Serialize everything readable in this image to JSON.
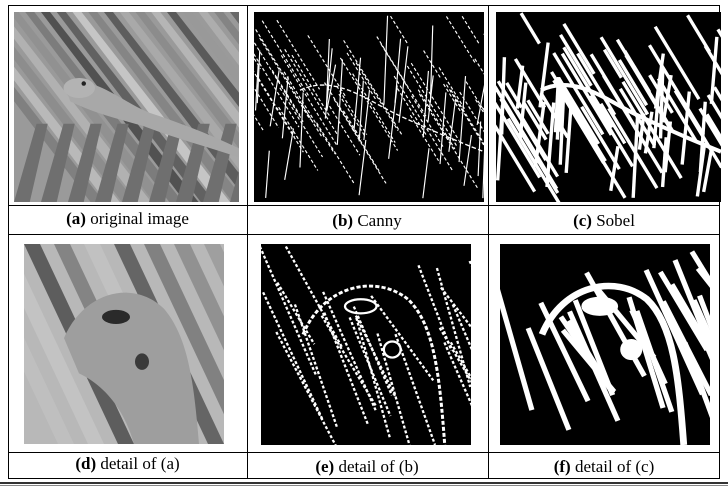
{
  "panels": [
    {
      "id": "a",
      "tag": "(a)",
      "text": " original image",
      "kind": "photo"
    },
    {
      "id": "b",
      "tag": "(b)",
      "text": " Canny",
      "kind": "canny"
    },
    {
      "id": "c",
      "tag": "(c)",
      "text": " Sobel",
      "kind": "sobel"
    },
    {
      "id": "d",
      "tag": "(d)",
      "text": " detail of (a)",
      "kind": "photo-detail"
    },
    {
      "id": "e",
      "tag": "(e)",
      "text": " detail of (b)",
      "kind": "canny-detail"
    },
    {
      "id": "f",
      "tag": "(f)",
      "text": " detail of (c)",
      "kind": "sobel-detail"
    }
  ]
}
